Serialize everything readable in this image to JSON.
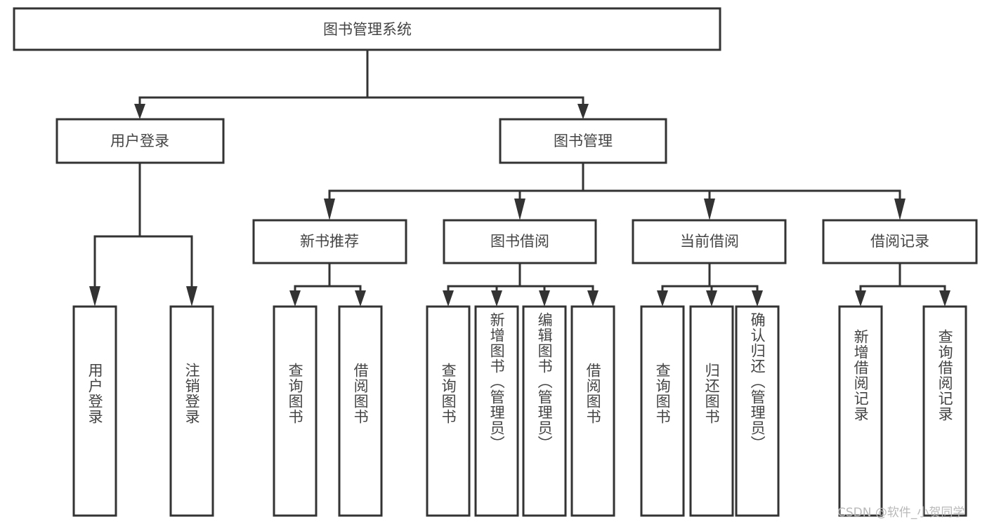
{
  "diagram": {
    "title": "图书管理系统",
    "type": "hierarchy-tree",
    "watermark": "CSDN @软件_小贺同学",
    "colors": {
      "stroke": "#333333",
      "box_fill": "#ffffff",
      "text": "#444444",
      "background": "#ffffff",
      "watermark": "#b9b9b9"
    },
    "nodes": {
      "root": {
        "label": "图书管理系统"
      },
      "level1": [
        {
          "label": "用户登录"
        },
        {
          "label": "图书管理"
        }
      ],
      "level2": [
        {
          "label": "新书推荐"
        },
        {
          "label": "图书借阅"
        },
        {
          "label": "当前借阅"
        },
        {
          "label": "借阅记录"
        }
      ],
      "leaves": {
        "user_login": [
          {
            "label": "用户登录"
          },
          {
            "label": "注销登录"
          }
        ],
        "new_book_recommend": [
          {
            "label": "查询图书"
          },
          {
            "label": "借阅图书"
          }
        ],
        "book_borrow": [
          {
            "label": "查询图书"
          },
          {
            "label": "新增图书（管理员）"
          },
          {
            "label": "编辑图书（管理员）"
          },
          {
            "label": "借阅图书"
          }
        ],
        "current_borrow": [
          {
            "label": "查询图书"
          },
          {
            "label": "归还图书"
          },
          {
            "label": "确认归还（管理员）"
          }
        ],
        "borrow_record": [
          {
            "label": "新增借阅记录"
          },
          {
            "label": "查询借阅记录"
          }
        ]
      }
    }
  }
}
